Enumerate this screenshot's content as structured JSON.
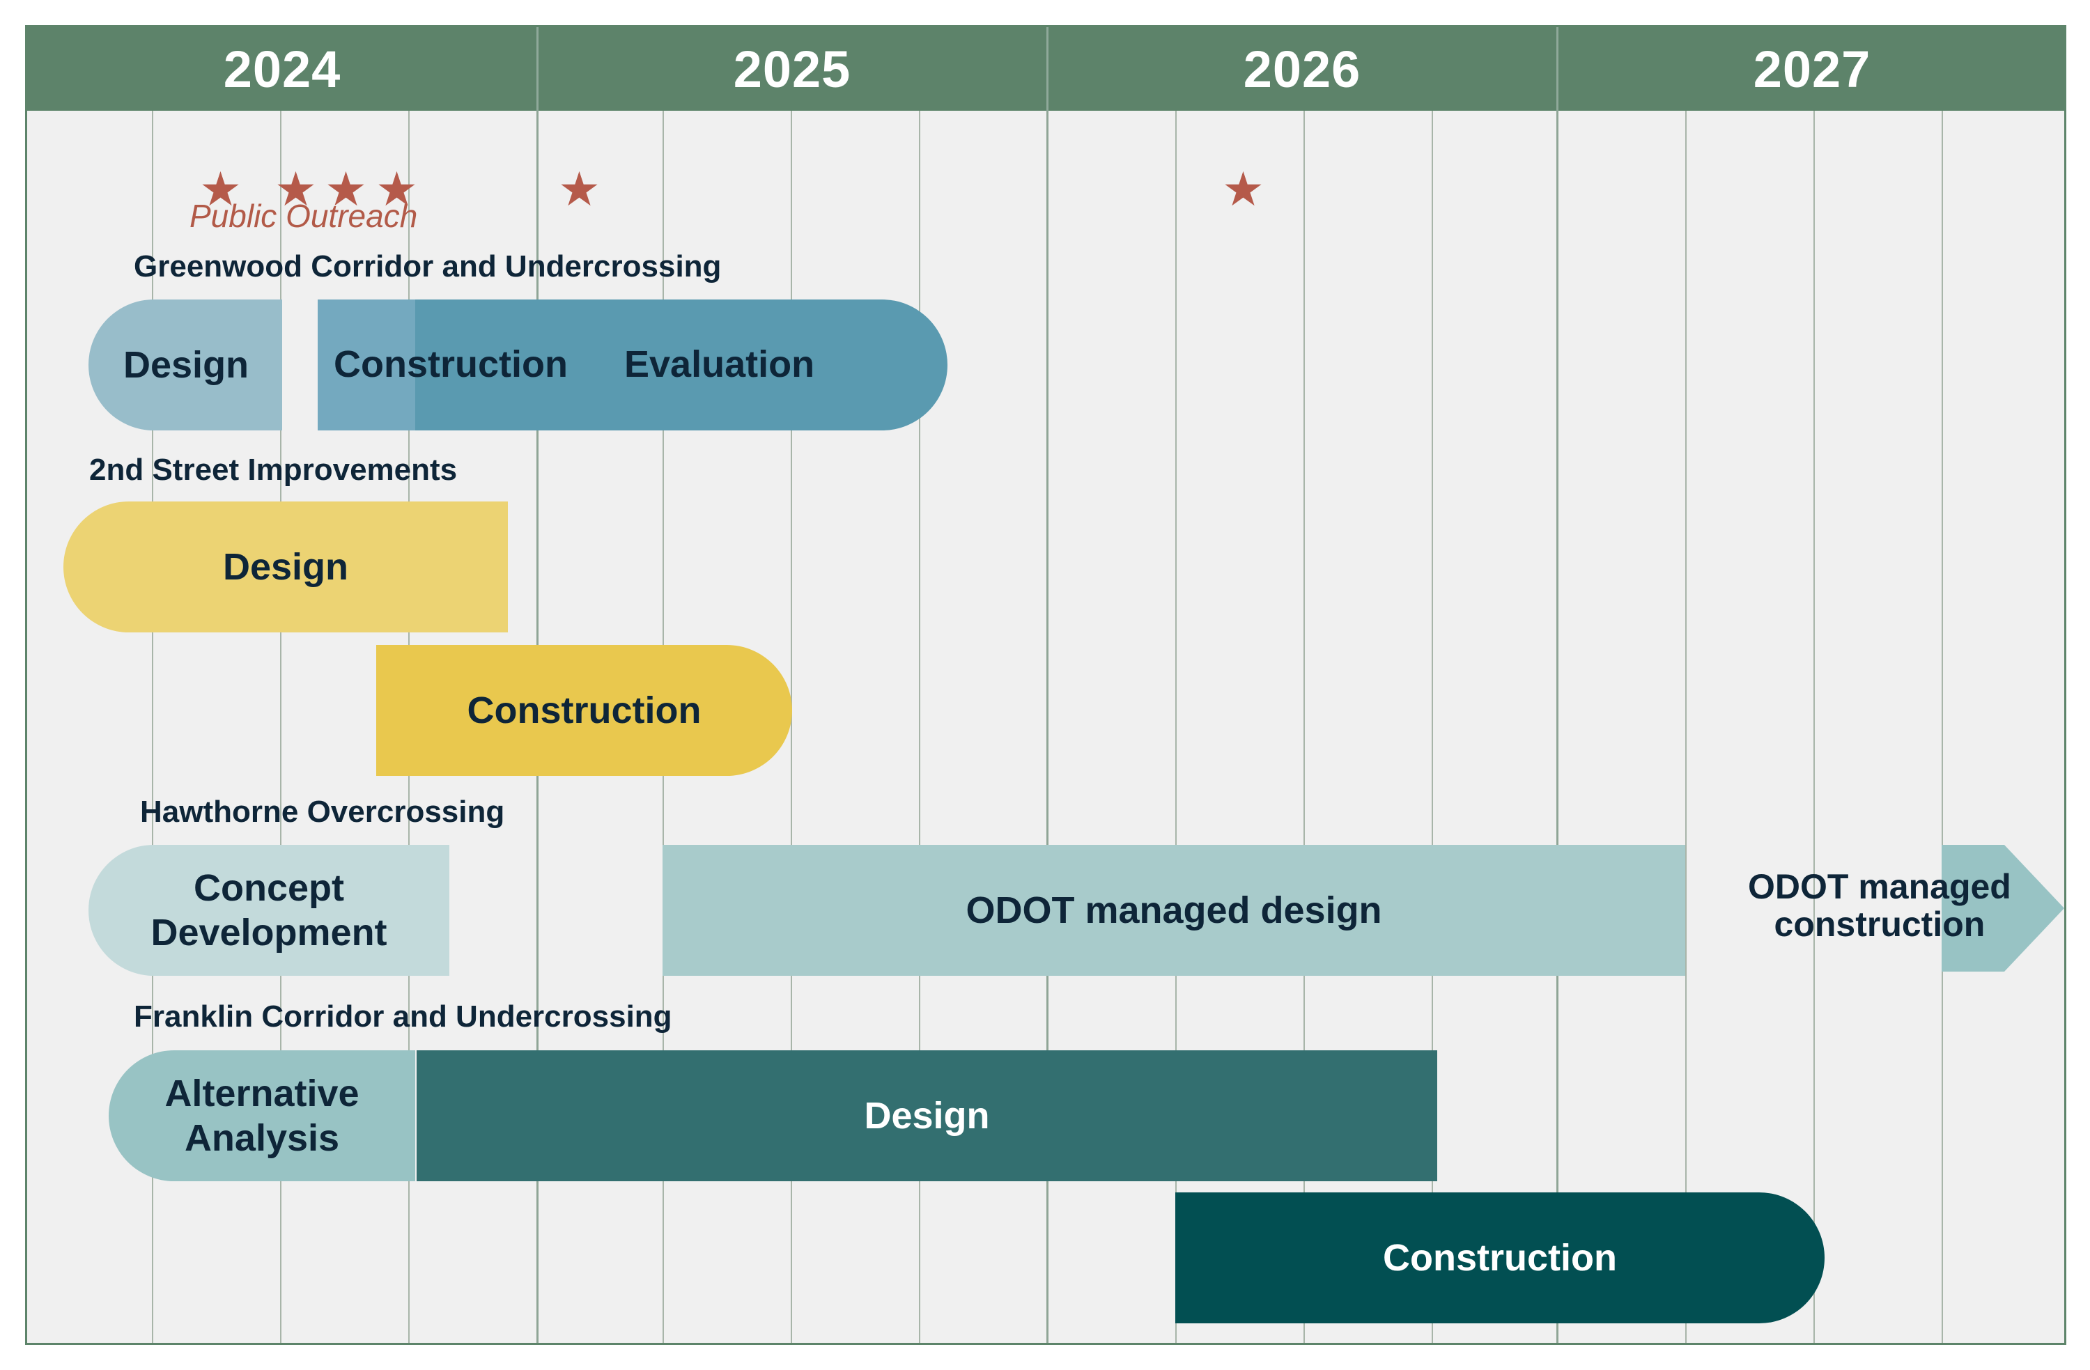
{
  "years": [
    "2024",
    "2025",
    "2026",
    "2027"
  ],
  "public_outreach": {
    "label": "Public Outreach",
    "star_count": 6
  },
  "projects": {
    "greenwood": {
      "title": "Greenwood Corridor and Undercrossing",
      "design": "Design",
      "construction": "Construction",
      "evaluation": "Evaluation"
    },
    "second_street": {
      "title": "2nd Street Improvements",
      "design": "Design",
      "construction": "Construction"
    },
    "hawthorne": {
      "title": "Hawthorne Overcrossing",
      "concept_line1": "Concept",
      "concept_line2": "Development",
      "odot_design": "ODOT managed design",
      "odot_construction_line1": "ODOT managed",
      "odot_construction_line2": "construction"
    },
    "franklin": {
      "title": "Franklin Corridor and Undercrossing",
      "alt_line1": "Alternative",
      "alt_line2": "Analysis",
      "design": "Design",
      "construction": "Construction"
    }
  },
  "colors": {
    "header": "#5d836a",
    "star": "#b55a4a",
    "greenwood_design": "#98bdca",
    "greenwood_construction": "#74a9bf",
    "greenwood_evaluation": "#5a9ab0",
    "second_design": "#ecd373",
    "second_construction": "#e9c84e",
    "hawthorne_concept": "#c3dadb",
    "hawthorne_odot": "#a8cbcb",
    "franklin_alt": "#98c3c4",
    "franklin_design": "#336f70",
    "franklin_construction": "#024f52"
  }
}
